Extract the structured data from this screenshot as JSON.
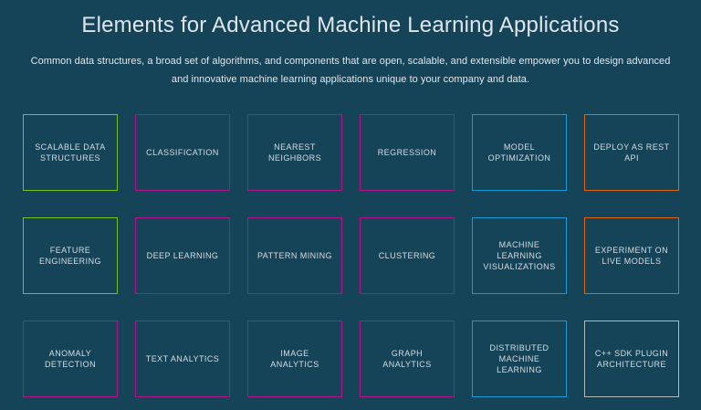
{
  "header": {
    "title": "Elements for Advanced Machine Learning Applications",
    "subtitle": "Common data structures, a broad set of algorithms, and components that are open, scalable, and extensible empower you to design advanced and innovative machine learning applications unique to your company and data."
  },
  "theme": {
    "background": "#154358",
    "title_color": "#dfe6ea",
    "subtitle_color": "#e2e8ec",
    "card_label_color": "#d6dde2",
    "accent_magenta": "#b0138a",
    "accent_green": "#79c21b",
    "accent_blue": "#199ad6",
    "accent_orange": "#e2650d",
    "accent_gray": "#b3b8ba"
  },
  "grid": {
    "columns": 6,
    "rows": 3,
    "cards": [
      {
        "label": "SCALABLE DATA\nSTRUCTURES",
        "accent": "green",
        "accent_color": "#79c21b"
      },
      {
        "label": "CLASSIFICATION",
        "accent": "magenta",
        "accent_color": "#b0138a"
      },
      {
        "label": "NEAREST\nNEIGHBORS",
        "accent": "magenta",
        "accent_color": "#b0138a"
      },
      {
        "label": "REGRESSION",
        "accent": "magenta",
        "accent_color": "#b0138a"
      },
      {
        "label": "MODEL\nOPTIMIZATION",
        "accent": "blue",
        "accent_color": "#199ad6"
      },
      {
        "label": "DEPLOY AS REST\nAPI",
        "accent": "orange",
        "accent_color": "#e2650d"
      },
      {
        "label": "FEATURE\nENGINEERING",
        "accent": "green",
        "accent_color": "#79c21b"
      },
      {
        "label": "DEEP LEARNING",
        "accent": "magenta",
        "accent_color": "#b0138a"
      },
      {
        "label": "PATTERN MINING",
        "accent": "magenta",
        "accent_color": "#b0138a"
      },
      {
        "label": "CLUSTERING",
        "accent": "magenta",
        "accent_color": "#b0138a"
      },
      {
        "label": "MACHINE\nLEARNING\nVISUALIZATIONS",
        "accent": "blue",
        "accent_color": "#199ad6"
      },
      {
        "label": "EXPERIMENT ON\nLIVE MODELS",
        "accent": "orange",
        "accent_color": "#e2650d"
      },
      {
        "label": "ANOMALY\nDETECTION",
        "accent": "magenta",
        "accent_color": "#b0138a"
      },
      {
        "label": "TEXT ANALYTICS",
        "accent": "magenta",
        "accent_color": "#b0138a"
      },
      {
        "label": "IMAGE\nANALYTICS",
        "accent": "magenta",
        "accent_color": "#b0138a"
      },
      {
        "label": "GRAPH\nANALYTICS",
        "accent": "magenta",
        "accent_color": "#b0138a"
      },
      {
        "label": "DISTRIBUTED\nMACHINE\nLEARNING",
        "accent": "blue",
        "accent_color": "#199ad6"
      },
      {
        "label": "C++ SDK PLUGIN\nARCHITECTURE",
        "accent": "gray",
        "accent_color": "#b3b8ba"
      }
    ]
  }
}
